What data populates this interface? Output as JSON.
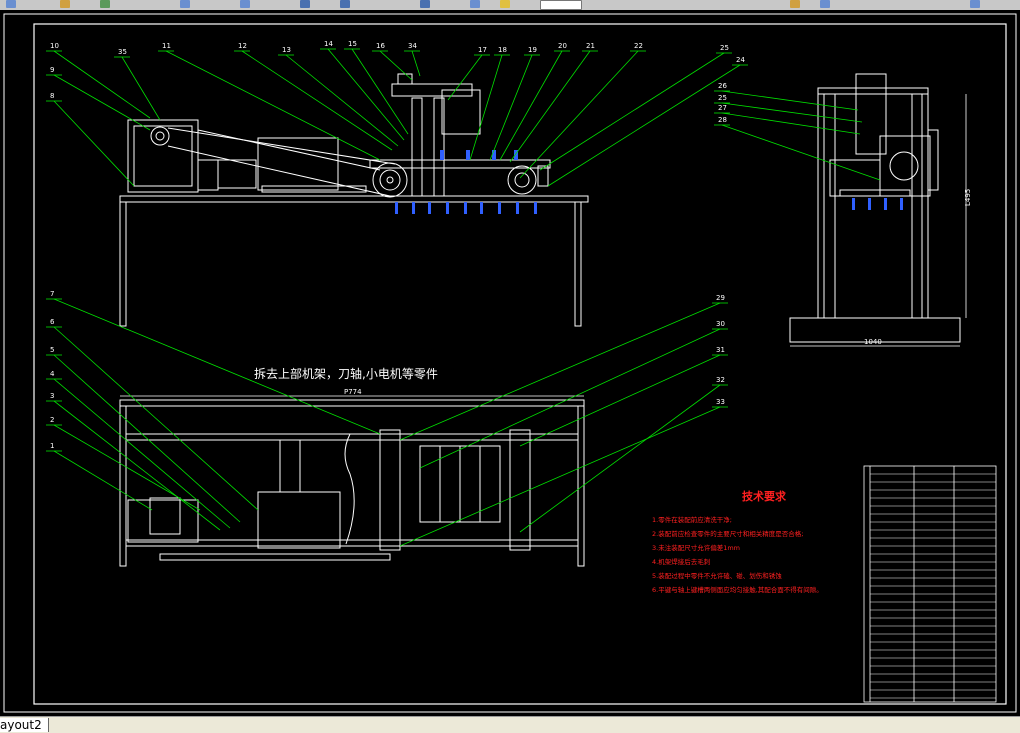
{
  "layout_tab": "ayout2",
  "callouts_top": [
    "10",
    "35",
    "11",
    "12",
    "13",
    "14",
    "15",
    "16",
    "34",
    "17",
    "18",
    "19",
    "20",
    "21",
    "22",
    "25",
    "24"
  ],
  "callouts_left": [
    "9",
    "8"
  ],
  "callouts_side": [
    "26",
    "25",
    "27",
    "28"
  ],
  "callouts_plan_left": [
    "7",
    "6",
    "5",
    "4",
    "3",
    "2",
    "1"
  ],
  "callouts_plan_right": [
    "29",
    "30",
    "31",
    "32",
    "33"
  ],
  "plan_note": "拆去上部机架，刀轴,小电机等零件",
  "dim_plan_width": "P774",
  "dim_side_height": "L495",
  "dim_side_width": "1040",
  "tech_title": "技术要求",
  "tech_items": [
    "1.零件在装配前应清洗干净;",
    "2.装配前应检查零件的主要尺寸和相关精度是否合格;",
    "3.未注装配尺寸允许偏差1mm",
    "4.机架焊接后去毛刺",
    "5.装配过程中零件不允许磕、碰、划伤和锈蚀",
    "6.平键与轴上键槽两侧面应均匀接触,其配合面不得有间隙。"
  ],
  "colors": {
    "bg": "#000000",
    "line": "#ffffff",
    "leader": "#00ff00",
    "note": "#ff2020",
    "frame": "#ffffff"
  }
}
